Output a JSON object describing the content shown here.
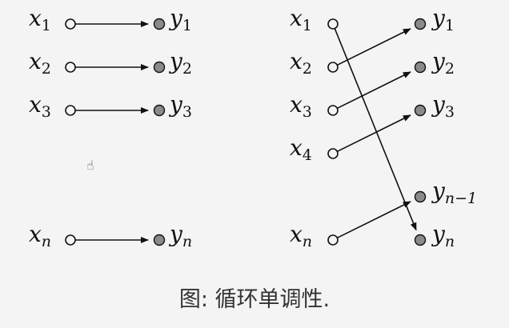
{
  "left": {
    "rows": [
      {
        "x": "x",
        "xs": "1",
        "y": "y",
        "ys": "1"
      },
      {
        "x": "x",
        "xs": "2",
        "y": "y",
        "ys": "2"
      },
      {
        "x": "x",
        "xs": "3",
        "y": "y",
        "ys": "3"
      },
      {
        "x": "x",
        "xs": "n",
        "y": "y",
        "ys": "n"
      }
    ]
  },
  "right": {
    "domain": [
      {
        "x": "x",
        "xs": "1"
      },
      {
        "x": "x",
        "xs": "2"
      },
      {
        "x": "x",
        "xs": "3"
      },
      {
        "x": "x",
        "xs": "4"
      },
      {
        "x": "x",
        "xs": "n"
      }
    ],
    "codomain": [
      {
        "y": "y",
        "ys": "1"
      },
      {
        "y": "y",
        "ys": "2"
      },
      {
        "y": "y",
        "ys": "3"
      },
      {
        "y": "y",
        "ys": "n−1"
      },
      {
        "y": "y",
        "ys": "n"
      }
    ],
    "mapping": [
      [
        0,
        4
      ],
      [
        1,
        0
      ],
      [
        2,
        1
      ],
      [
        3,
        2
      ],
      [
        4,
        3
      ]
    ]
  },
  "caption": "图: 循环单调性.",
  "cursor_icon": "hand-cursor-icon",
  "colors": {
    "line": "#111111",
    "filled_node": "#8a8a8a",
    "background": "#f4f4f4"
  }
}
